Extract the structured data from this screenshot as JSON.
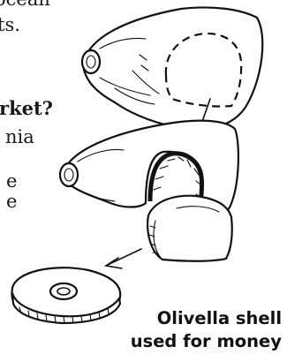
{
  "text_fragments": [
    "ocean",
    "ts.",
    "rket?",
    "nia",
    "e",
    "e"
  ],
  "caption": {
    "line1": "Olivella shell",
    "line2": "used for money"
  }
}
